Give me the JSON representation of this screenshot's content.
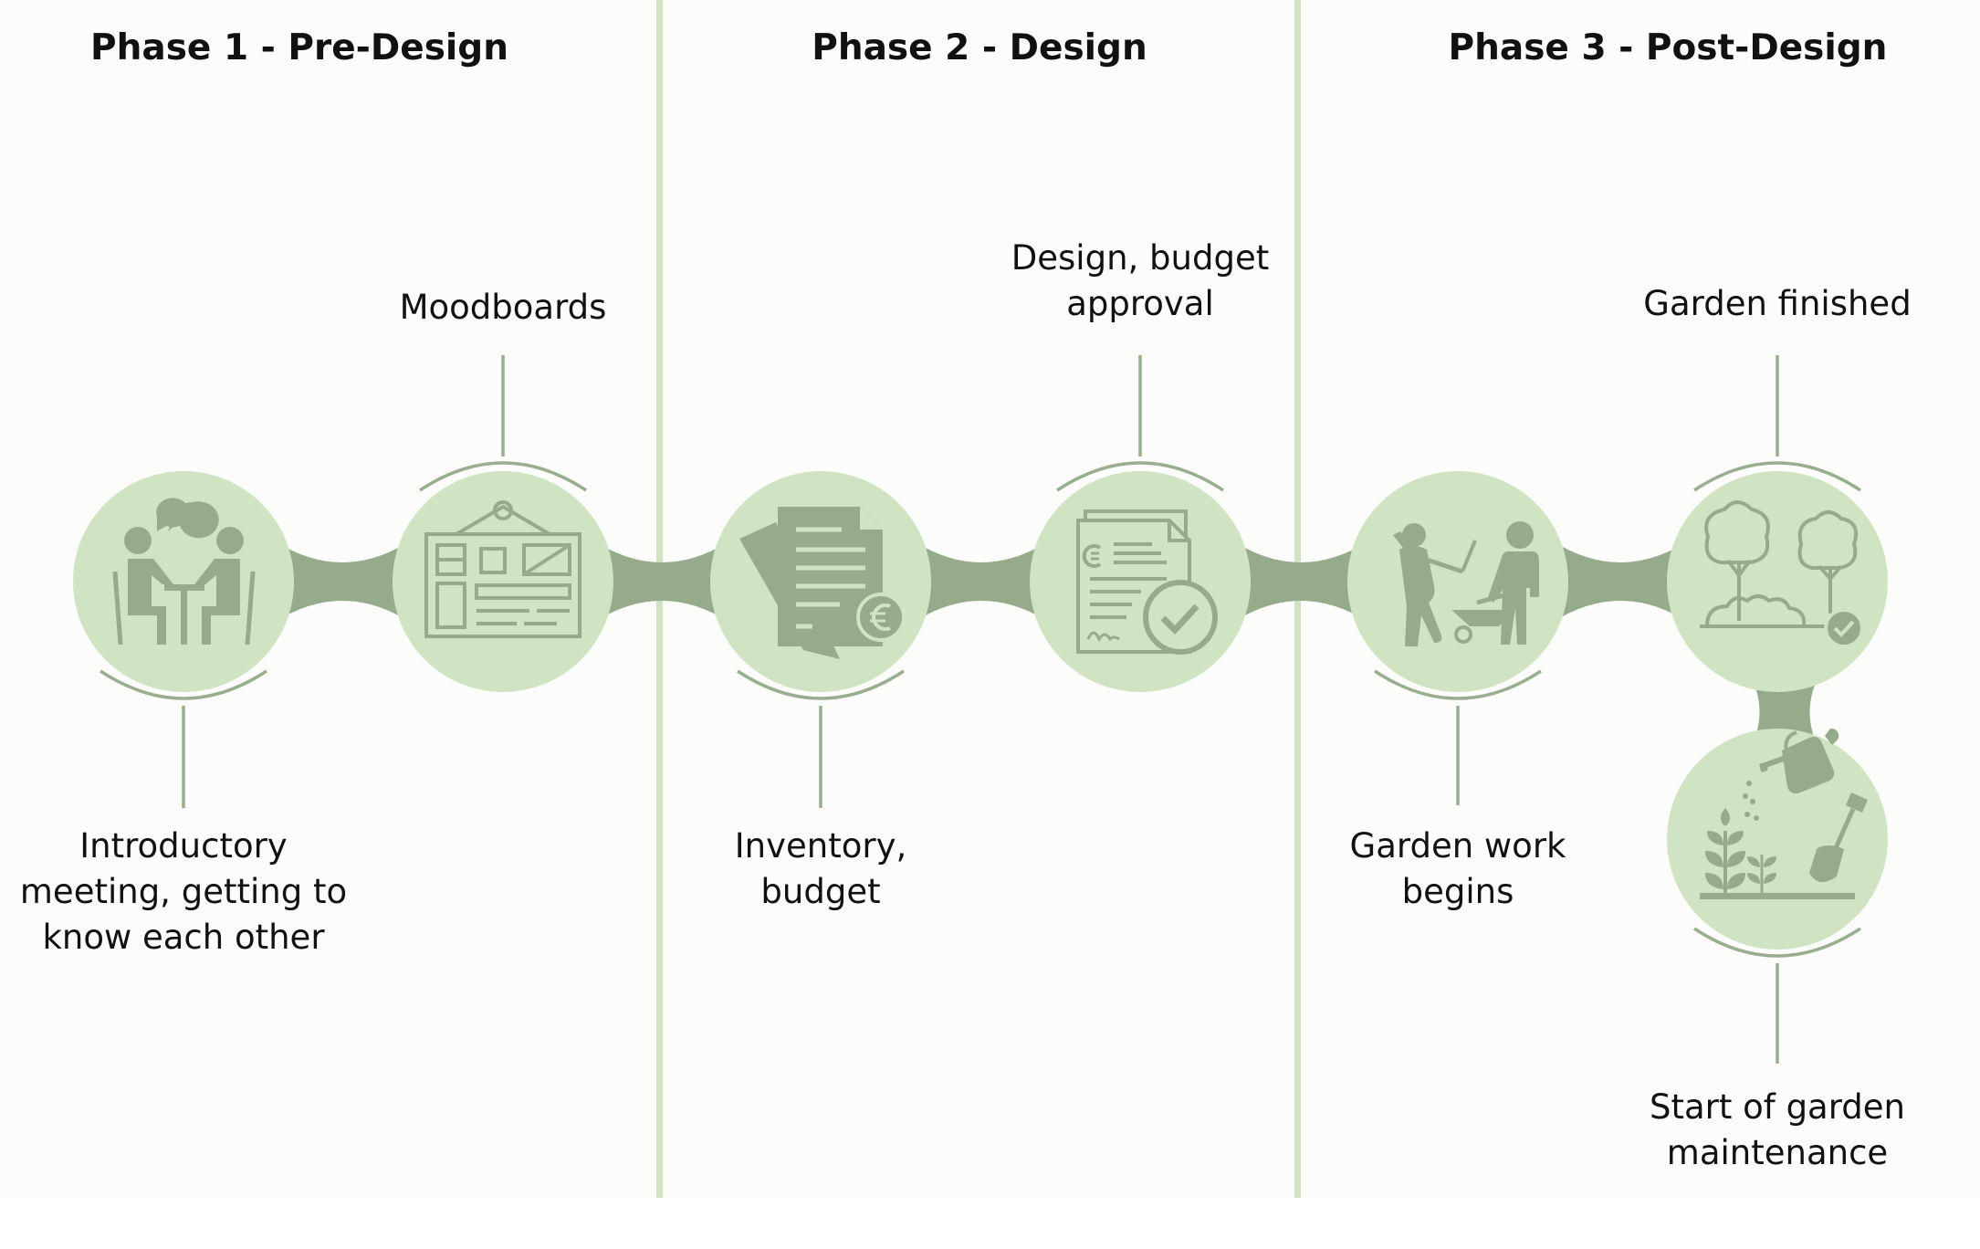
{
  "colors": {
    "background": "#ffffff",
    "panel": "#fcfcfa",
    "divider": "#cfe3c3",
    "circle": "#d0e4c4",
    "connector": "#95ab8c",
    "icon": "#95ab8c",
    "line": "#98ae8f",
    "text": "#111111"
  },
  "phases": [
    {
      "title": "Phase 1 - Pre-Design"
    },
    {
      "title": "Phase 2 - Design"
    },
    {
      "title": "Phase 3 - Post-Design"
    }
  ],
  "steps": [
    {
      "label": "Introductory meeting, getting to know each other",
      "icon": "meeting-icon"
    },
    {
      "label": "Moodboards",
      "icon": "moodboard-icon"
    },
    {
      "label": "Inventory, budget",
      "icon": "budget-document-icon"
    },
    {
      "label": "Design, budget approval",
      "icon": "approved-invoice-icon"
    },
    {
      "label": "Garden work begins",
      "icon": "gardeners-working-icon"
    },
    {
      "label": "Garden finished",
      "icon": "finished-garden-icon"
    },
    {
      "label": "Start of garden maintenance",
      "icon": "watering-can-plants-icon"
    }
  ]
}
